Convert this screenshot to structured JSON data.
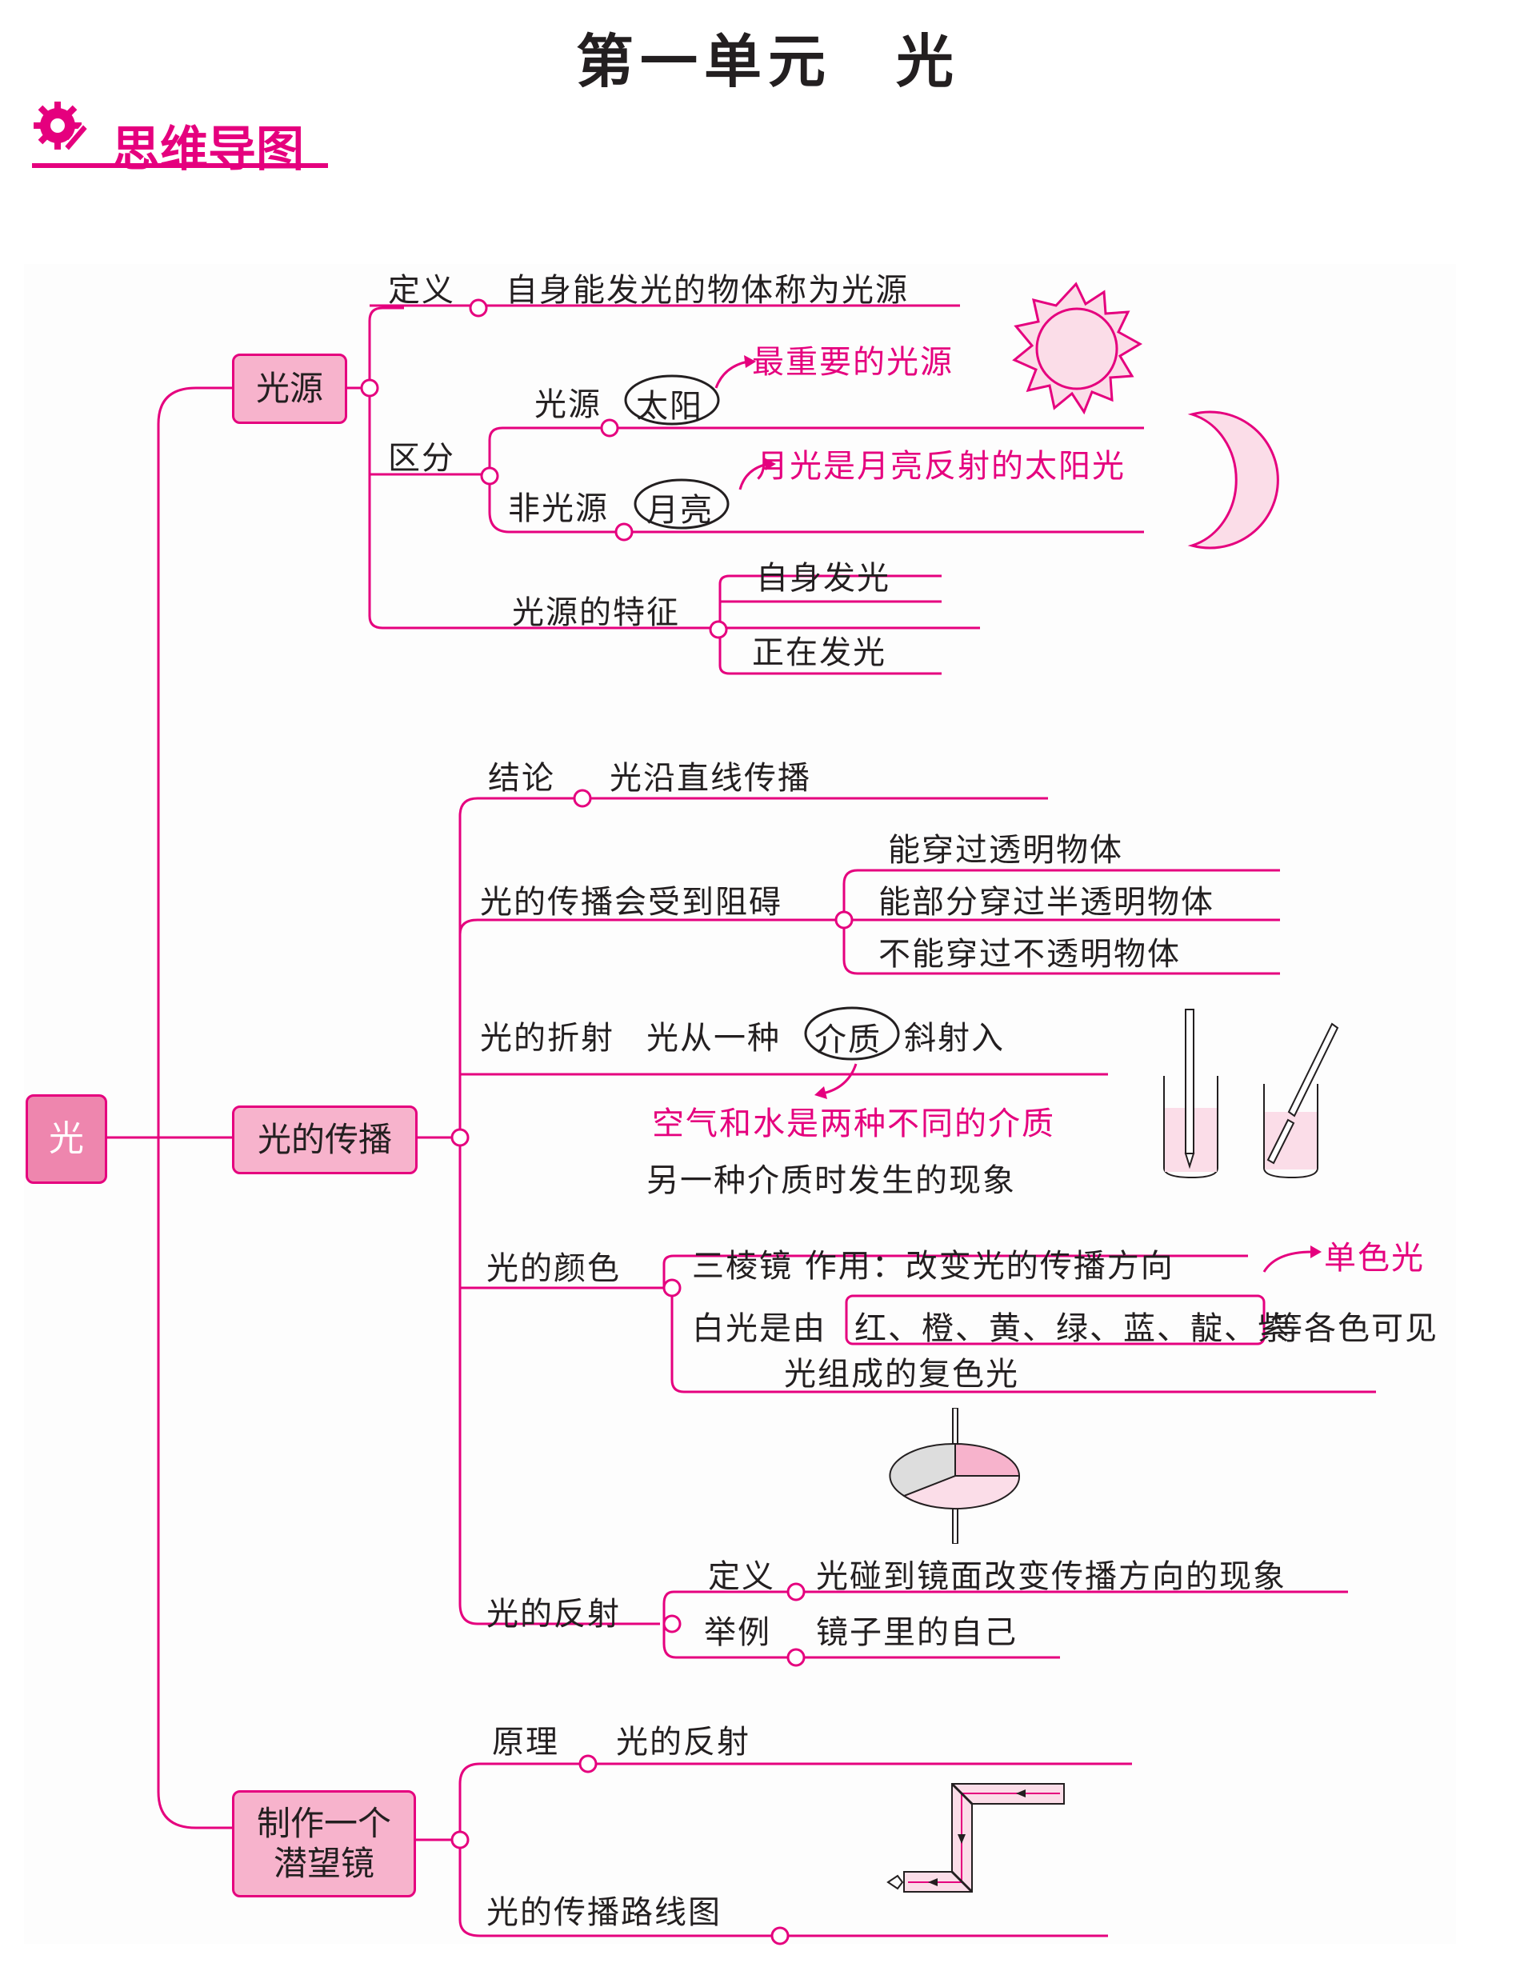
{
  "title": "第一单元　光",
  "badge": "思维导图",
  "root": "光",
  "branches": {
    "light_source": {
      "label": "光源",
      "definition_label": "定义",
      "definition": "自身能发光的物体称为光源",
      "distinguish_label": "区分",
      "source_label": "光源",
      "source_example": "太阳",
      "source_note": "最重要的光源",
      "nonsource_label": "非光源",
      "nonsource_example": "月亮",
      "nonsource_note": "月光是月亮反射的太阳光",
      "features_label": "光源的特征",
      "feature_1": "自身发光",
      "feature_2": "正在发光"
    },
    "propagation": {
      "label": "光的传播",
      "conclusion_label": "结论",
      "conclusion": "光沿直线传播",
      "obstruct_label": "光的传播会受到阻碍",
      "obstruct_1": "能穿过透明物体",
      "obstruct_2": "能部分穿过半透明物体",
      "obstruct_3": "不能穿过不透明物体",
      "refraction_label": "光的折射",
      "refraction_text_a": "光从一种",
      "refraction_medium": "介质",
      "refraction_text_b": "斜射入",
      "refraction_note": "空气和水是两种不同的介质",
      "refraction_text_c": "另一种介质时发生的现象",
      "color_label": "光的颜色",
      "prism_text": "三棱镜 作用：改变光的传播方向",
      "monochrome_note": "单色光",
      "white_a": "白光是由",
      "white_colors": "红、橙、黄、绿、蓝、靛、紫",
      "white_b": "等各色可见",
      "white_c": "光组成的复色光",
      "reflection_label": "光的反射",
      "reflection_def_label": "定义",
      "reflection_def": "光碰到镜面改变传播方向的现象",
      "reflection_ex_label": "举例",
      "reflection_ex": "镜子里的自己"
    },
    "periscope": {
      "label": "制作一个潜望镜",
      "label_line1": "制作一个",
      "label_line2": "潜望镜",
      "principle_label": "原理",
      "principle": "光的反射",
      "route_label": "光的传播路线图"
    }
  },
  "colors": {
    "accent": "#e5007e",
    "node_fill": "#f7b3cc",
    "root_fill": "#ee86ae",
    "light_fill": "#fbdde8"
  },
  "icons": [
    "sun-icon",
    "moon-icon",
    "pencil-in-water-icon",
    "color-wheel-icon",
    "periscope-route-icon",
    "gear-pencil-icon"
  ]
}
